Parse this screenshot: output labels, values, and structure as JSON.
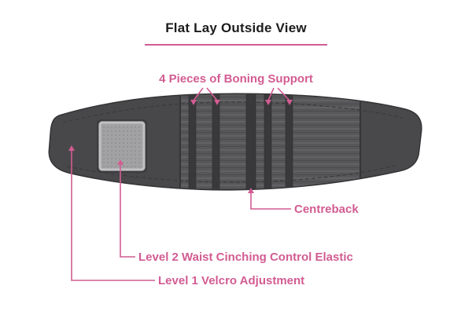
{
  "diagram": {
    "title": "Flat Lay Outside View",
    "labels": {
      "boning": "4 Pieces of Boning Support",
      "centreback": "Centreback",
      "level2": "Level 2 Waist Cinching Control Elastic",
      "level1": "Level 1 Velcro Adjustment"
    },
    "colors": {
      "accent": "#d25c92",
      "belt": "#4e4e50",
      "belt_dark": "#39393b",
      "elastic": "#57575a",
      "patch": "#a2a2a4",
      "title_underline": "#d25c92"
    }
  }
}
